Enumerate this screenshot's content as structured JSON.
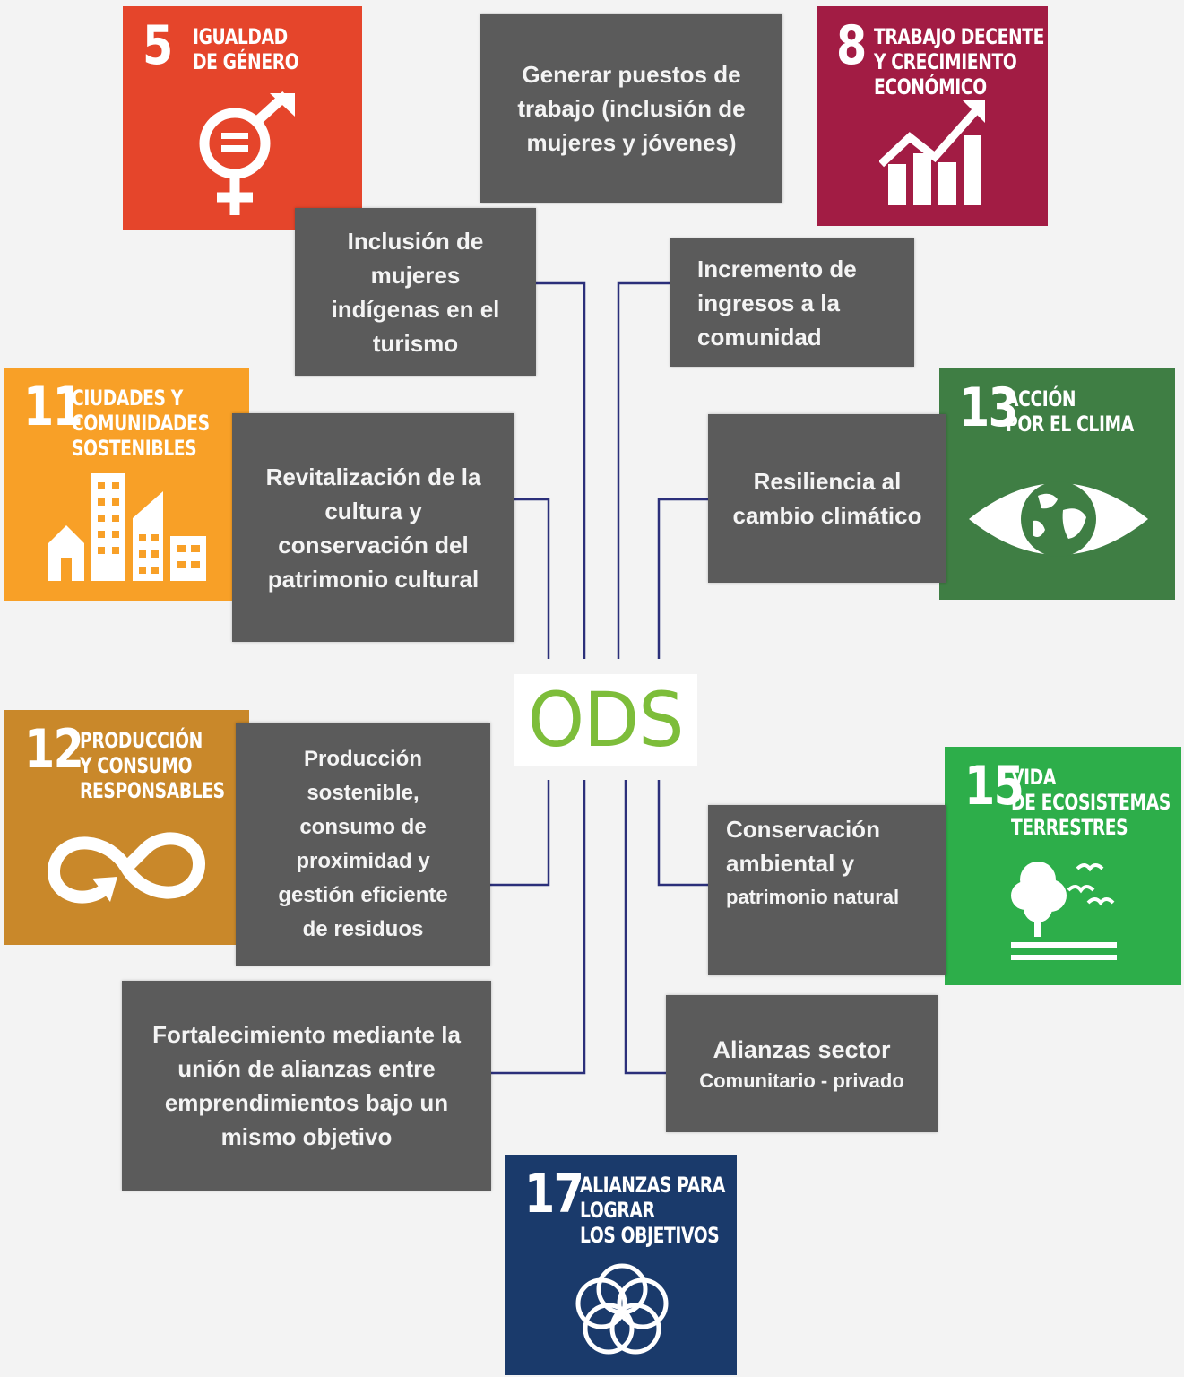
{
  "center": {
    "label": "ODS",
    "color": "#7dbd3a"
  },
  "sdg_tiles": [
    {
      "number": "5",
      "title_lines": [
        "IGUALDAD",
        "DE GÉNERO"
      ],
      "icon": "gender-equality-icon",
      "color": "#e5452b"
    },
    {
      "number": "8",
      "title_lines": [
        "TRABAJO DECENTE",
        "Y CRECIMIENTO",
        "ECONÓMICO"
      ],
      "icon": "growth-chart-icon",
      "color": "#a21c44"
    },
    {
      "number": "11",
      "title_lines": [
        "CIUDADES Y",
        "COMUNIDADES",
        "SOSTENIBLES"
      ],
      "icon": "city-buildings-icon",
      "color": "#f8a027"
    },
    {
      "number": "13",
      "title_lines": [
        "ACCIÓN",
        "POR EL CLIMA"
      ],
      "icon": "eye-globe-icon",
      "color": "#3f7e44"
    },
    {
      "number": "12",
      "title_lines": [
        "PRODUCCIÓN",
        "Y CONSUMO",
        "RESPONSABLES"
      ],
      "icon": "infinity-loop-icon",
      "color": "#c9882a"
    },
    {
      "number": "15",
      "title_lines": [
        "VIDA",
        "DE ECOSISTEMAS",
        "TERRESTRES"
      ],
      "icon": "tree-birds-icon",
      "color": "#2dae4a"
    },
    {
      "number": "17",
      "title_lines": [
        "ALIANZAS PARA",
        "LOGRAR",
        "LOS OBJETIVOS"
      ],
      "icon": "interlocking-rings-icon",
      "color": "#1a3a6b"
    }
  ],
  "boxes": {
    "empleo": "Generar puestos de trabajo (inclusión de mujeres y jóvenes)",
    "mujeres": "Inclusión de mujeres indígenas en el turismo",
    "ingresos": "Incremento de ingresos a la comunidad",
    "cultura": "Revitalización de la cultura y conservación del patrimonio cultural",
    "resiliencia": "Resiliencia al cambio climático",
    "produccion": "Producción sostenible, consumo de proximidad y gestión eficiente de residuos",
    "conservacion_line1": "Conservación",
    "conservacion_line2": "ambiental y",
    "conservacion_line3": "patrimonio natural",
    "fortalecimiento": "Fortalecimiento mediante la unión de alianzas entre emprendimientos bajo un mismo objetivo",
    "alianzas_line1": "Alianzas sector",
    "alianzas_line2": "Comunitario - privado"
  },
  "colors": {
    "box_bg": "#5b5b5b",
    "connector": "#2b2f7a",
    "page_bg": "#f3f3f3"
  }
}
